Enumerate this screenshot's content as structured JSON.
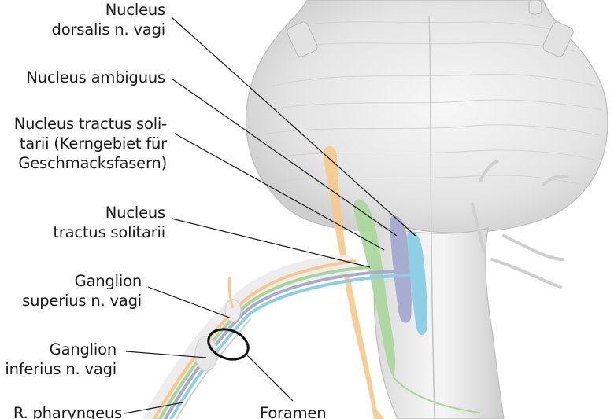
{
  "labels": {
    "dorsalis": {
      "line1": "Nucleus",
      "line2": "dorsalis n. vagi"
    },
    "ambiguus": {
      "line1": "Nucleus ambiguus"
    },
    "solitarii_taste": {
      "line1": "Nucleus tractus soli-",
      "line2": "tarii (Kerngebiet für",
      "line3": "Geschmacksfasern)"
    },
    "solitarii": {
      "line1": "Nucleus",
      "line2": "tractus solitarii"
    },
    "ganglion_superius": {
      "line1": "Ganglion",
      "line2": "superius n. vagi"
    },
    "ganglion_inferius": {
      "line1": "Ganglion",
      "line2": "inferius n. vagi"
    },
    "r_pharyngeus": {
      "line1": "R. pharyngeus"
    },
    "foramen": {
      "line1": "Foramen"
    }
  },
  "colors": {
    "nucleus_dorsalis": "#a9acd1",
    "nucleus_ambiguus": "#8ecfe6",
    "nucleus_solitarii_taste": "#f6c98a",
    "nucleus_solitarii": "#a8d69a",
    "brainstem": "#ececec",
    "leader_line": "#1a1a1a"
  }
}
